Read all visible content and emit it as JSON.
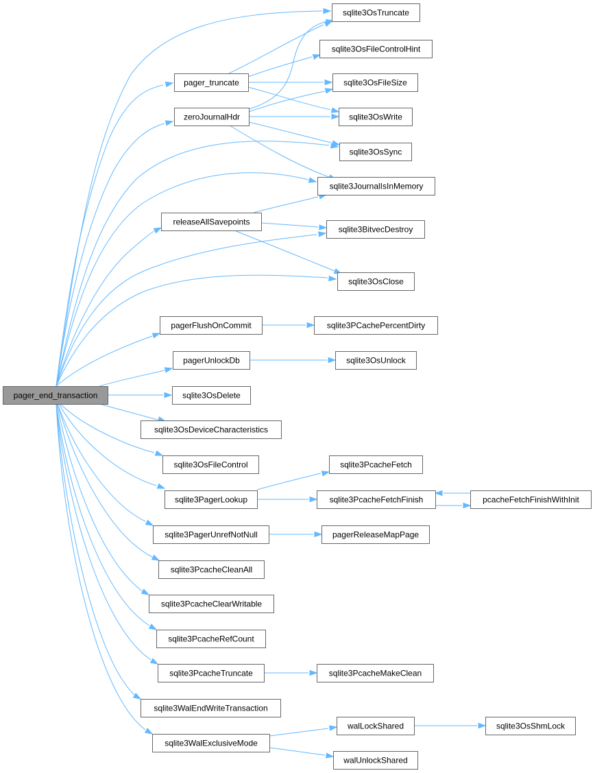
{
  "diagram": {
    "root": "pager_end_transaction",
    "colors": {
      "edge": "#63b8ff",
      "root_fill": "#999999",
      "node_fill": "#ffffff",
      "node_border": "#666666"
    },
    "nodes": [
      {
        "id": "pager_end_transaction",
        "label": "pager_end_transaction"
      },
      {
        "id": "sqlite3OsTruncate",
        "label": "sqlite3OsTruncate"
      },
      {
        "id": "sqlite3OsFileControlHint",
        "label": "sqlite3OsFileControlHint"
      },
      {
        "id": "pager_truncate",
        "label": "pager_truncate"
      },
      {
        "id": "sqlite3OsFileSize",
        "label": "sqlite3OsFileSize"
      },
      {
        "id": "zeroJournalHdr",
        "label": "zeroJournalHdr"
      },
      {
        "id": "sqlite3OsWrite",
        "label": "sqlite3OsWrite"
      },
      {
        "id": "sqlite3OsSync",
        "label": "sqlite3OsSync"
      },
      {
        "id": "sqlite3JournalIsInMemory",
        "label": "sqlite3JournalIsInMemory"
      },
      {
        "id": "releaseAllSavepoints",
        "label": "releaseAllSavepoints"
      },
      {
        "id": "sqlite3BitvecDestroy",
        "label": "sqlite3BitvecDestroy"
      },
      {
        "id": "sqlite3OsClose",
        "label": "sqlite3OsClose"
      },
      {
        "id": "pagerFlushOnCommit",
        "label": "pagerFlushOnCommit"
      },
      {
        "id": "sqlite3PCachePercentDirty",
        "label": "sqlite3PCachePercentDirty"
      },
      {
        "id": "pagerUnlockDb",
        "label": "pagerUnlockDb"
      },
      {
        "id": "sqlite3OsUnlock",
        "label": "sqlite3OsUnlock"
      },
      {
        "id": "sqlite3OsDelete",
        "label": "sqlite3OsDelete"
      },
      {
        "id": "sqlite3OsDeviceCharacteristics",
        "label": "sqlite3OsDeviceCharacteristics"
      },
      {
        "id": "sqlite3OsFileControl",
        "label": "sqlite3OsFileControl"
      },
      {
        "id": "sqlite3PcacheFetch",
        "label": "sqlite3PcacheFetch"
      },
      {
        "id": "sqlite3PagerLookup",
        "label": "sqlite3PagerLookup"
      },
      {
        "id": "sqlite3PcacheFetchFinish",
        "label": "sqlite3PcacheFetchFinish"
      },
      {
        "id": "pcacheFetchFinishWithInit",
        "label": "pcacheFetchFinishWithInit"
      },
      {
        "id": "sqlite3PagerUnrefNotNull",
        "label": "sqlite3PagerUnrefNotNull"
      },
      {
        "id": "pagerReleaseMapPage",
        "label": "pagerReleaseMapPage"
      },
      {
        "id": "sqlite3PcacheCleanAll",
        "label": "sqlite3PcacheCleanAll"
      },
      {
        "id": "sqlite3PcacheClearWritable",
        "label": "sqlite3PcacheClearWritable"
      },
      {
        "id": "sqlite3PcacheRefCount",
        "label": "sqlite3PcacheRefCount"
      },
      {
        "id": "sqlite3PcacheTruncate",
        "label": "sqlite3PcacheTruncate"
      },
      {
        "id": "sqlite3PcacheMakeClean",
        "label": "sqlite3PcacheMakeClean"
      },
      {
        "id": "sqlite3WalEndWriteTransaction",
        "label": "sqlite3WalEndWriteTransaction"
      },
      {
        "id": "walLockShared",
        "label": "walLockShared"
      },
      {
        "id": "sqlite3OsShmLock",
        "label": "sqlite3OsShmLock"
      },
      {
        "id": "sqlite3WalExclusiveMode",
        "label": "sqlite3WalExclusiveMode"
      },
      {
        "id": "walUnlockShared",
        "label": "walUnlockShared"
      }
    ],
    "edges": [
      {
        "from": "pager_end_transaction",
        "to": "sqlite3OsTruncate"
      },
      {
        "from": "pager_end_transaction",
        "to": "pager_truncate"
      },
      {
        "from": "pager_end_transaction",
        "to": "zeroJournalHdr"
      },
      {
        "from": "pager_end_transaction",
        "to": "sqlite3OsSync"
      },
      {
        "from": "pager_end_transaction",
        "to": "sqlite3JournalIsInMemory"
      },
      {
        "from": "pager_end_transaction",
        "to": "releaseAllSavepoints"
      },
      {
        "from": "pager_end_transaction",
        "to": "sqlite3BitvecDestroy"
      },
      {
        "from": "pager_end_transaction",
        "to": "sqlite3OsClose"
      },
      {
        "from": "pager_end_transaction",
        "to": "pagerFlushOnCommit"
      },
      {
        "from": "pager_end_transaction",
        "to": "pagerUnlockDb"
      },
      {
        "from": "pager_end_transaction",
        "to": "sqlite3OsDelete"
      },
      {
        "from": "pager_end_transaction",
        "to": "sqlite3OsDeviceCharacteristics"
      },
      {
        "from": "pager_end_transaction",
        "to": "sqlite3OsFileControl"
      },
      {
        "from": "pager_end_transaction",
        "to": "sqlite3PagerLookup"
      },
      {
        "from": "pager_end_transaction",
        "to": "sqlite3PagerUnrefNotNull"
      },
      {
        "from": "pager_end_transaction",
        "to": "sqlite3PcacheCleanAll"
      },
      {
        "from": "pager_end_transaction",
        "to": "sqlite3PcacheClearWritable"
      },
      {
        "from": "pager_end_transaction",
        "to": "sqlite3PcacheRefCount"
      },
      {
        "from": "pager_end_transaction",
        "to": "sqlite3PcacheTruncate"
      },
      {
        "from": "pager_end_transaction",
        "to": "sqlite3WalEndWriteTransaction"
      },
      {
        "from": "pager_end_transaction",
        "to": "sqlite3WalExclusiveMode"
      },
      {
        "from": "pager_truncate",
        "to": "sqlite3OsTruncate"
      },
      {
        "from": "pager_truncate",
        "to": "sqlite3OsFileControlHint"
      },
      {
        "from": "pager_truncate",
        "to": "sqlite3OsFileSize"
      },
      {
        "from": "pager_truncate",
        "to": "sqlite3OsWrite"
      },
      {
        "from": "zeroJournalHdr",
        "to": "sqlite3OsTruncate"
      },
      {
        "from": "zeroJournalHdr",
        "to": "sqlite3OsFileSize"
      },
      {
        "from": "zeroJournalHdr",
        "to": "sqlite3OsWrite"
      },
      {
        "from": "zeroJournalHdr",
        "to": "sqlite3OsSync"
      },
      {
        "from": "zeroJournalHdr",
        "to": "sqlite3JournalIsInMemory"
      },
      {
        "from": "releaseAllSavepoints",
        "to": "sqlite3JournalIsInMemory"
      },
      {
        "from": "releaseAllSavepoints",
        "to": "sqlite3BitvecDestroy"
      },
      {
        "from": "releaseAllSavepoints",
        "to": "sqlite3OsClose"
      },
      {
        "from": "pagerFlushOnCommit",
        "to": "sqlite3PCachePercentDirty"
      },
      {
        "from": "pagerUnlockDb",
        "to": "sqlite3OsUnlock"
      },
      {
        "from": "sqlite3PagerLookup",
        "to": "sqlite3PcacheFetch"
      },
      {
        "from": "sqlite3PagerLookup",
        "to": "sqlite3PcacheFetchFinish"
      },
      {
        "from": "sqlite3PcacheFetchFinish",
        "to": "pcacheFetchFinishWithInit"
      },
      {
        "from": "pcacheFetchFinishWithInit",
        "to": "sqlite3PcacheFetchFinish"
      },
      {
        "from": "sqlite3PagerUnrefNotNull",
        "to": "pagerReleaseMapPage"
      },
      {
        "from": "sqlite3PcacheTruncate",
        "to": "sqlite3PcacheMakeClean"
      },
      {
        "from": "sqlite3WalExclusiveMode",
        "to": "walLockShared"
      },
      {
        "from": "sqlite3WalExclusiveMode",
        "to": "walUnlockShared"
      },
      {
        "from": "walLockShared",
        "to": "sqlite3OsShmLock"
      }
    ]
  }
}
